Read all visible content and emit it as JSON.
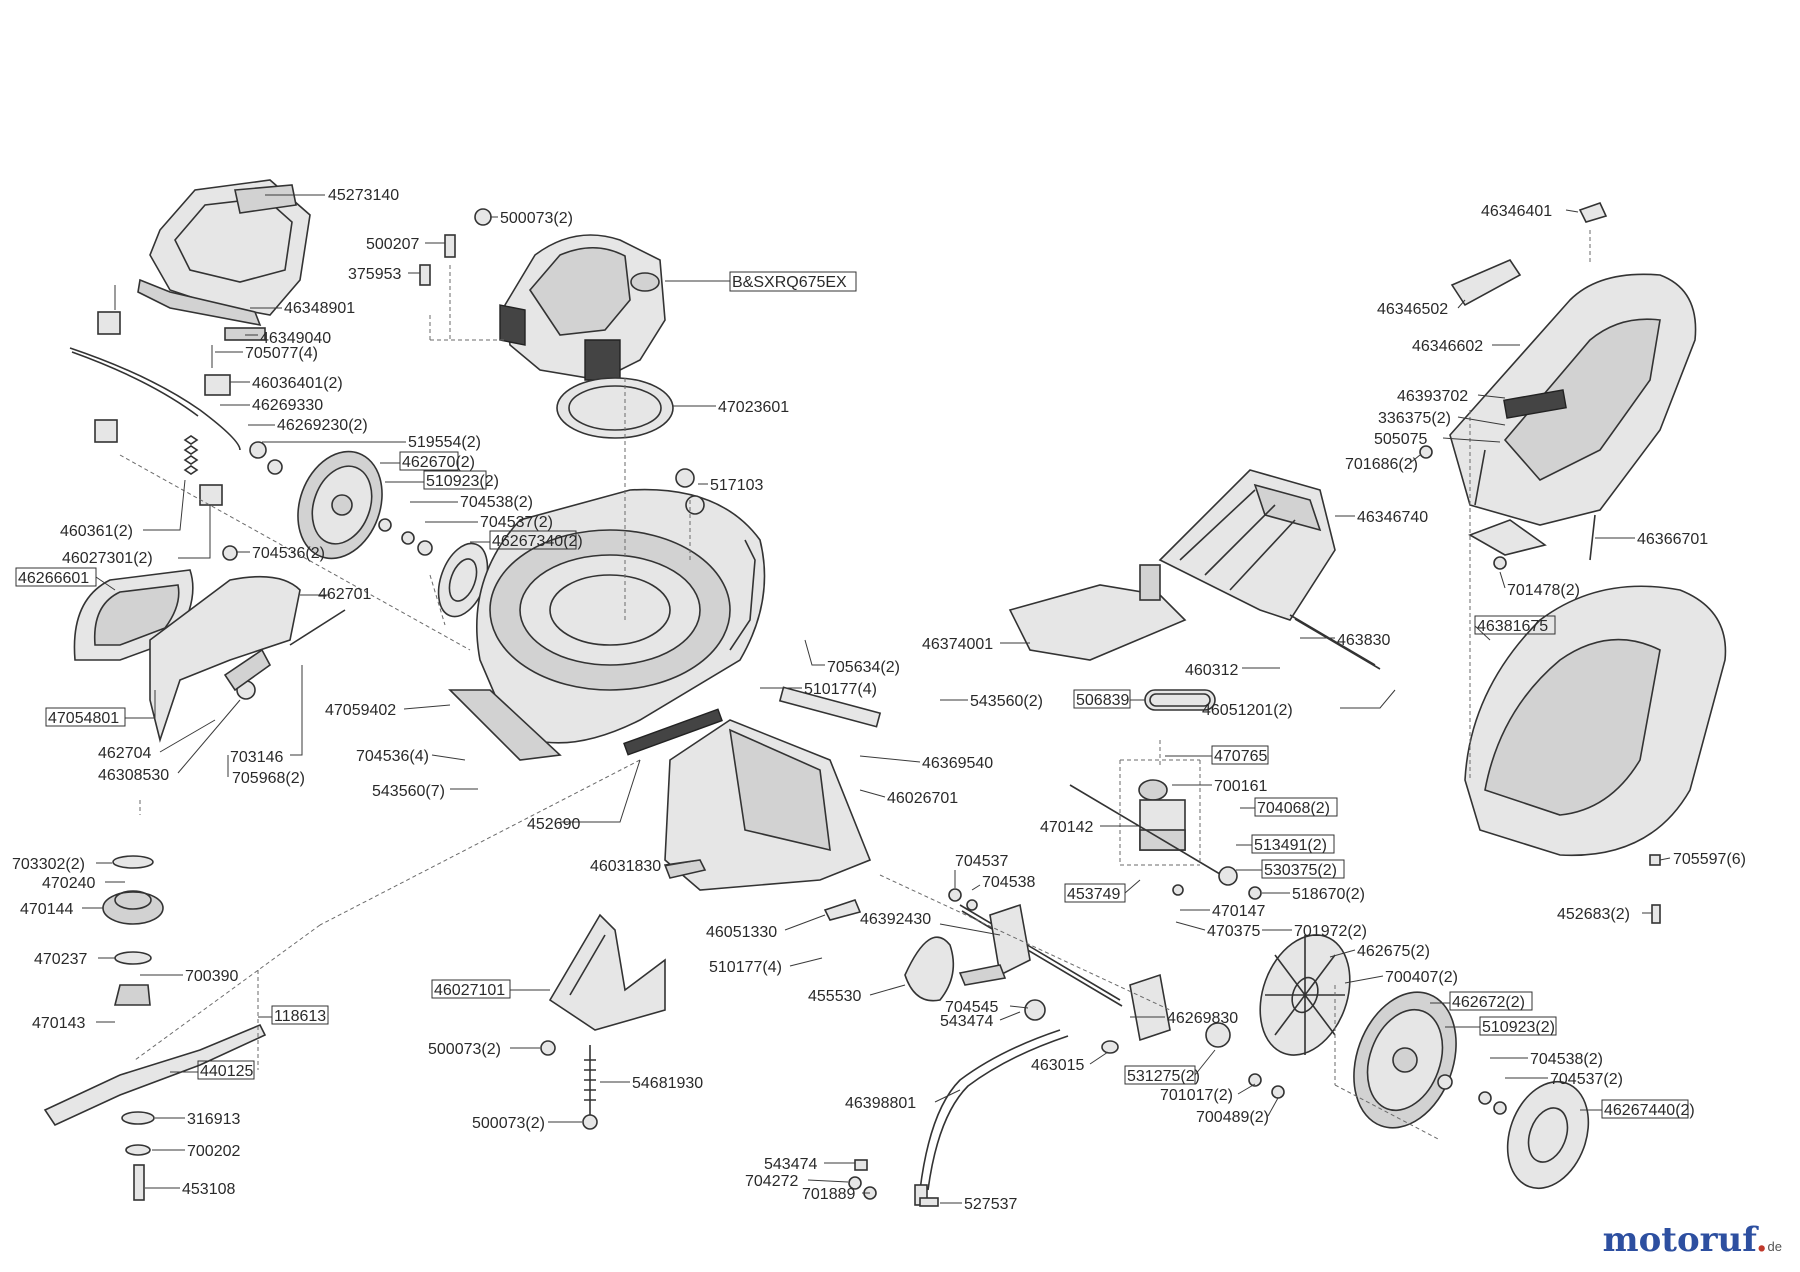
{
  "diagram": {
    "parts": {
      "cover_top": "45273140",
      "cover": "46348901",
      "cover_clip": "46349040",
      "screw_705077": "705077(4)",
      "clip_460364": "46036401(2)",
      "lever": "46269330",
      "lever_spring": "46269230(2)",
      "washer_519554": "519554(2)",
      "wheel_front_l": "462670(2)",
      "bearing_front_l": "510923(2)",
      "washer_704538_l": "704538(2)",
      "nut_704537_l": "704537(2)",
      "hubcap_front_l": "46267340(2)",
      "spring_460361": "460361(2)",
      "clip_460273": "46027301(2)",
      "nut_704536_l": "704536(2)",
      "mulch_plug": "46266601",
      "rod_462701": "462701",
      "flap": "47054801",
      "spring_462704": "462704",
      "hinge": "46308530",
      "bolt_703146": "703146",
      "screw_705968": "705968(2)",
      "nut_top": "500073(2)",
      "screw_500207": "500207",
      "screw_375953": "375953",
      "engine": "B&SXRQ675EX",
      "gasket": "47023601",
      "buffer": "517103",
      "screw_705634": "705634(2)",
      "screw_510177_a": "510177(4)",
      "deck": "47059402",
      "nut_704536_m": "704536(4)",
      "screw_543560_m": "543560(7)",
      "strip": "452690",
      "screw_543560_r": "543560(2)",
      "bracket": "46369540",
      "rear_deck": "46026701",
      "clamp": "46031830",
      "plate_46051330": "46051330",
      "screw_510177_b": "510177(4)",
      "chute": "46027101",
      "nut_500073_a": "500073(2)",
      "bolt_546819": "54681930",
      "nut_500073_b": "500073(2)",
      "washer_703302": "703302(2)",
      "pin_470240": "470240",
      "hub_470144": "470144",
      "washer_470237": "470237",
      "key_700390": "700390",
      "adapter_470143": "470143",
      "blade_set": "118613",
      "blade": "440125",
      "washer_316913": "316913",
      "washer_700202": "700202",
      "bolt_453108": "453108",
      "grass_bag_cover": "46346740",
      "mulch_insert": "46374001",
      "rod_463830": "463830",
      "spring_460312": "460312",
      "clip_460512": "46051201(2)",
      "belt": "506839",
      "pulley": "470765",
      "key_700161": "700161",
      "gearbox": "470142",
      "ring_704068": "704068(2)",
      "pin_513491": "513491(2)",
      "bush_530375": "530375(2)",
      "lever_453749": "453749",
      "bearing_518670": "518670(2)",
      "pin_470147": "470147",
      "spring_470375": "470375",
      "washer_701972": "701972(2)",
      "nut_704537_r": "704537",
      "washer_704538_r": "704538",
      "clutch_rod": "46392430",
      "cable_holder": "455530",
      "screw_704545": "704545",
      "clip_543474_a": "543474",
      "bracket_rear": "46269830",
      "pin_463015": "463015",
      "bush_531275": "531275(2)",
      "gear_701017": "701017(2)",
      "clip_700489": "700489(2)",
      "handle": "46398801",
      "clip_543474_b": "543474",
      "washer_704272": "704272",
      "washer_701889": "701889",
      "screw_527537": "527537",
      "hubcap_rear_inner": "462675(2)",
      "washer_700407": "700407(2)",
      "wheel_rear": "462672(2)",
      "bearing_rear": "510923(2)",
      "washer_704538_rr": "704538(2)",
      "nut_704537_rr": "704537(2)",
      "hubcap_rear": "46267440(2)",
      "bag_label": "46346401",
      "bag_handle": "46346502",
      "bag_top": "46346602",
      "bag_plate": "46393702",
      "screw_336375": "336375(2)",
      "screw_505075": "505075",
      "nut_701686": "701686(2)",
      "bag_frame": "46366701",
      "nut_701478": "701478(2)",
      "bag": "46381675",
      "screw_705597": "705597(6)",
      "screw_452683": "452683(2)"
    }
  },
  "brand": {
    "name": "motoruf",
    "dot": ".",
    "tld": "de"
  }
}
